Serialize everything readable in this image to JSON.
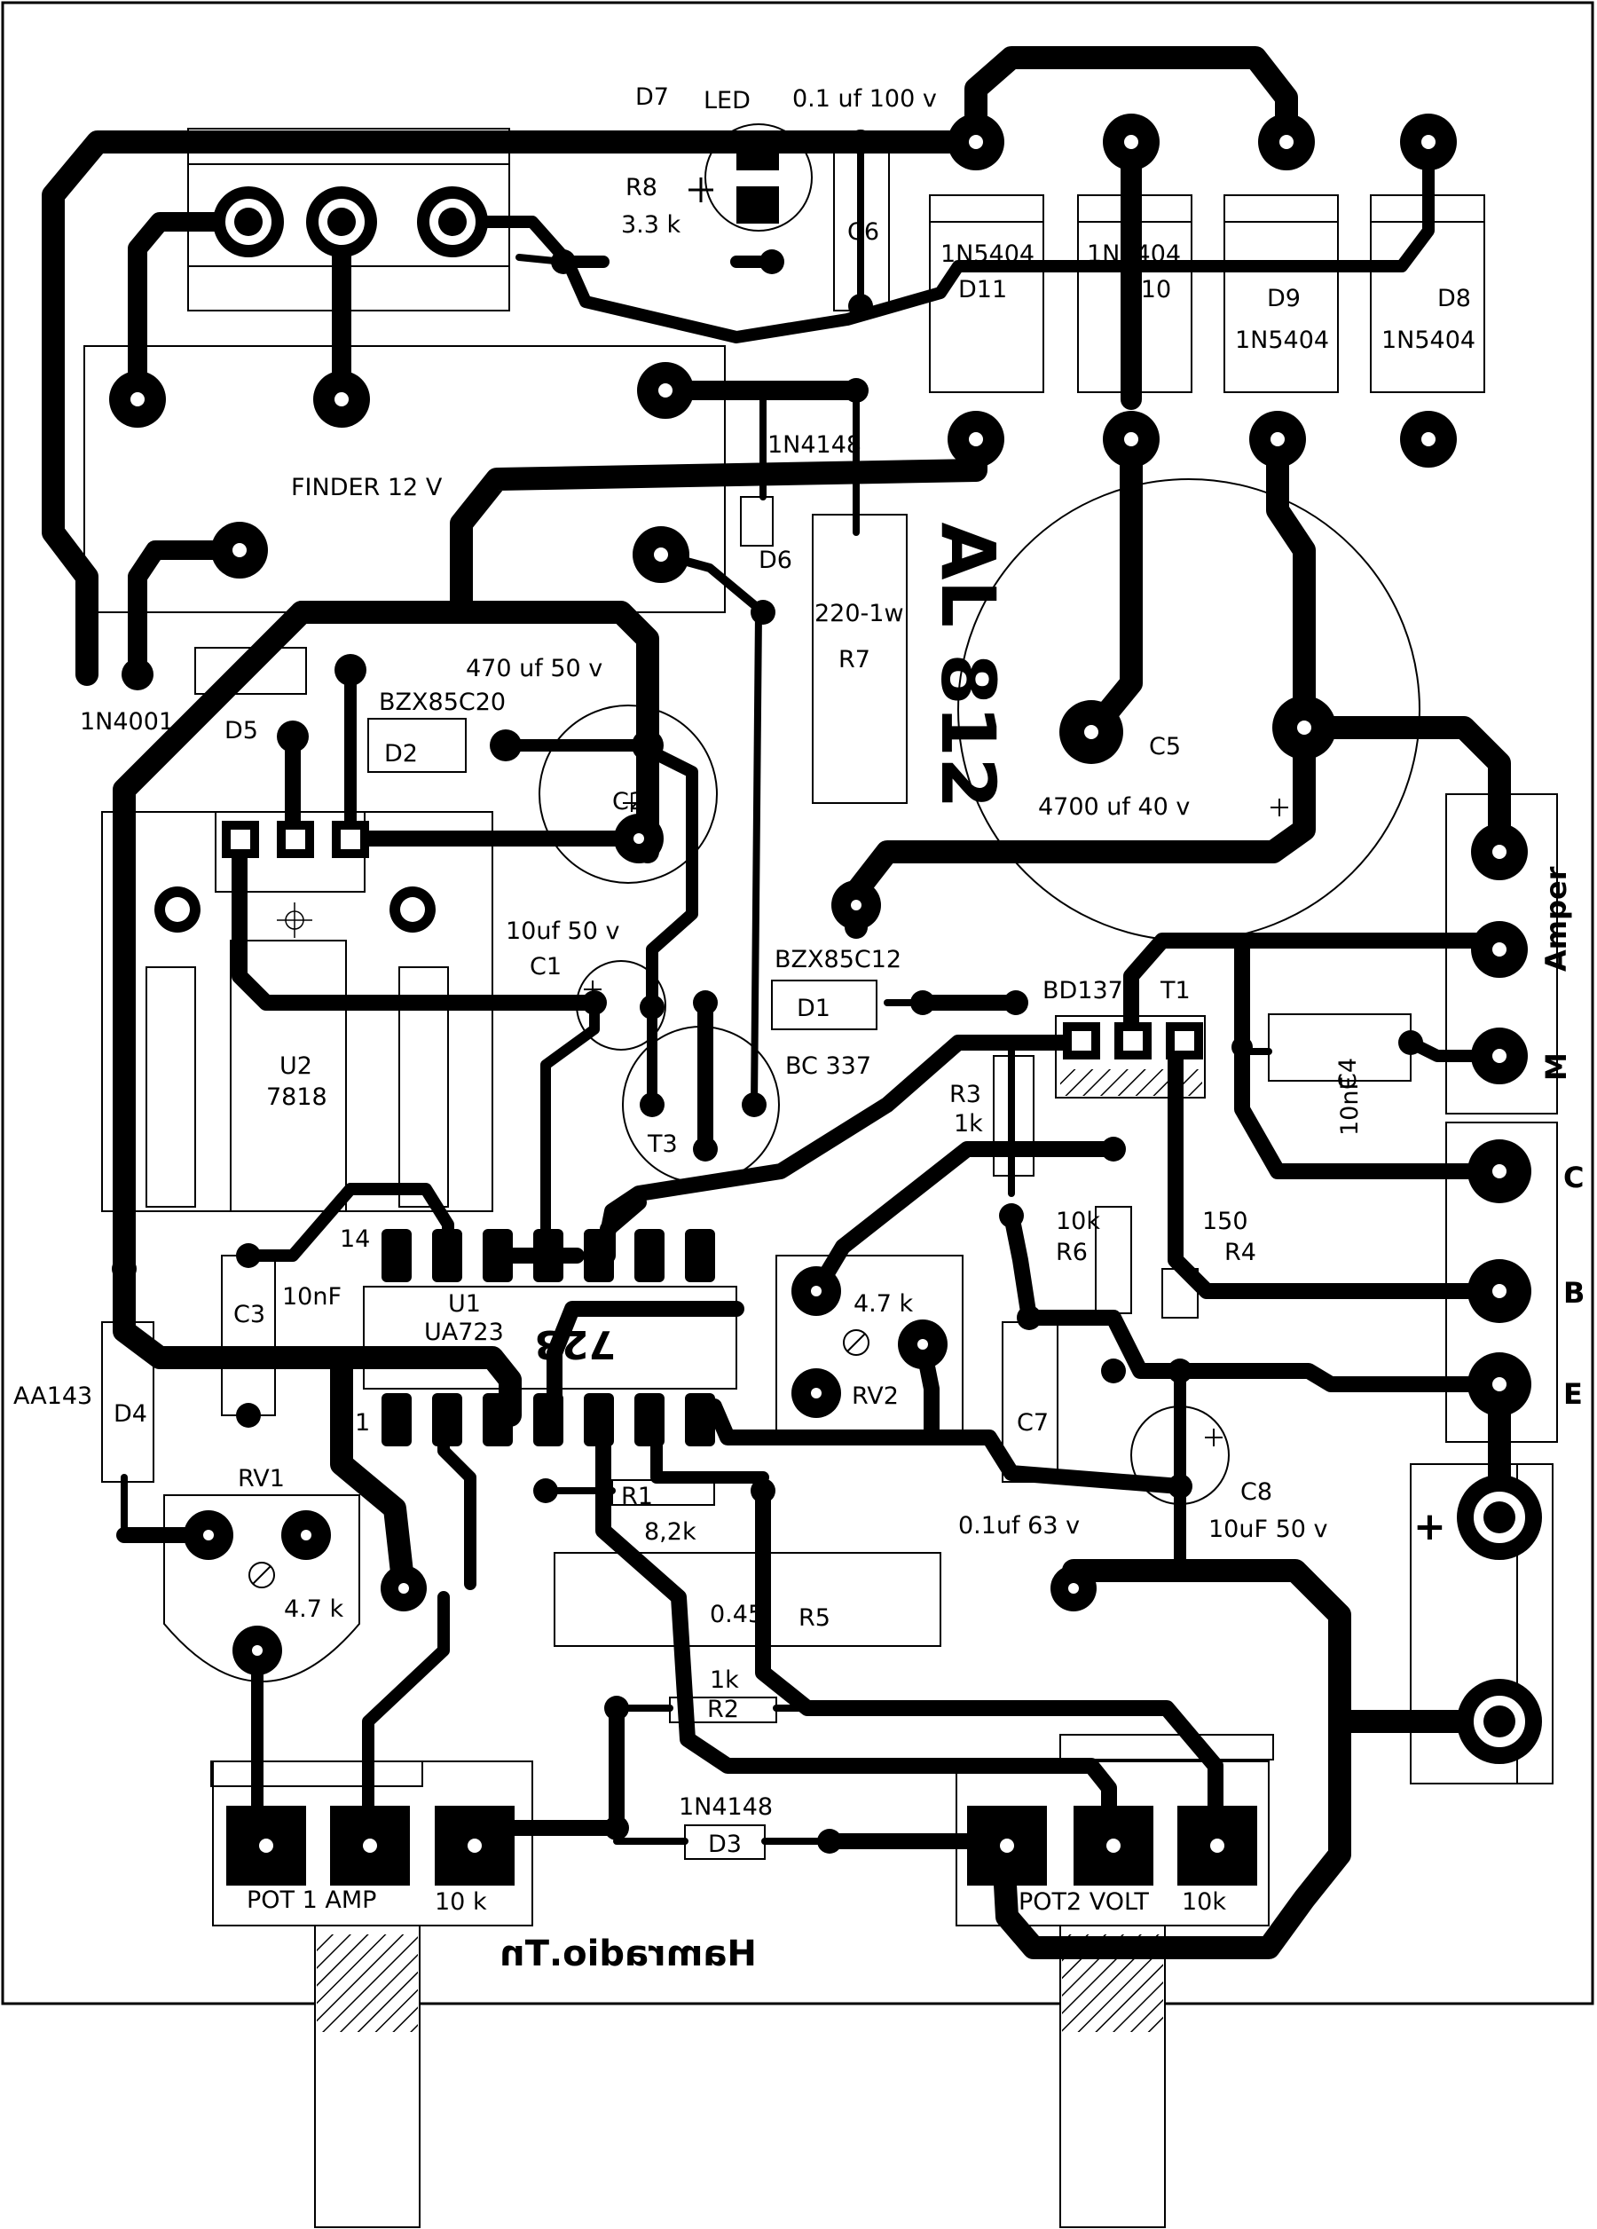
{
  "board": {
    "title": "AL 812",
    "signature": "Hamradio.Tn"
  },
  "labels": {
    "d7": "D7",
    "led": "LED",
    "cap_01": "0.1 uf 100 v",
    "r8": "R8",
    "r8_val": "3.3 k",
    "c6": "C6",
    "d11": "D11",
    "d10": "D10",
    "d9": "D9",
    "d8": "D8",
    "n5404_a": "1N5404",
    "n5404_b": "1N5404",
    "n5404_c": "1N5404",
    "n5404_d": "1N5404",
    "n4148_top": "1N4148",
    "finder": "FINDER 12 V",
    "d6": "D6",
    "r7_val": "220-1w",
    "r7": "R7",
    "n4001": "1N4001",
    "d5": "D5",
    "bzx20": "BZX85C20",
    "d2": "D2",
    "c2_val": "470 uf 50 v",
    "c2": "C2",
    "c5": "C5",
    "c5_val": "4700 uf  40 v",
    "c1_val": "10uf 50 v",
    "c1": "C1",
    "bzx12": "BZX85C12",
    "d1": "D1",
    "bd137": "BD137",
    "t1": "T1",
    "bc337": "BC 337",
    "t3": "T3",
    "u2": "U2",
    "u2_val": "7818",
    "r3": "R3",
    "r3_val": "1k",
    "c4": "C4",
    "c4_val": "10nF",
    "r6_val": "10k",
    "r6": "R6",
    "r4_val": "150",
    "r4": "R4",
    "pin14": "14",
    "pin1": "1",
    "c3_val": "10nF",
    "c3": "C3",
    "u1": "U1",
    "u1_val": "UA723",
    "ic_mark": "723",
    "rv2_val": "4.7 k",
    "rv2": "RV2",
    "c7": "C7",
    "aa143": "AA143",
    "d4": "D4",
    "rv1": "RV1",
    "rv1_val": "4.7 k",
    "r1": "R1",
    "r1_val": "8,2k",
    "c7_val": "0.1uf 63 v",
    "c8": "C8",
    "c8_val": "10uF 50 v",
    "r5_val": "0.45",
    "r5": "R5",
    "r2_val": "1k",
    "r2": "R2",
    "n4148_bot": "1N4148",
    "d3": "D3",
    "pot1": "POT 1 AMP",
    "pot1_val": "10 k",
    "pot2": "POT2 VOLT",
    "pot2_val": "10k",
    "amper": "Amper",
    "m": "M",
    "c": "C",
    "b": "B",
    "e": "E",
    "plus_sign": "+"
  },
  "colors": {
    "copper": "#000000",
    "board": "#ffffff"
  }
}
